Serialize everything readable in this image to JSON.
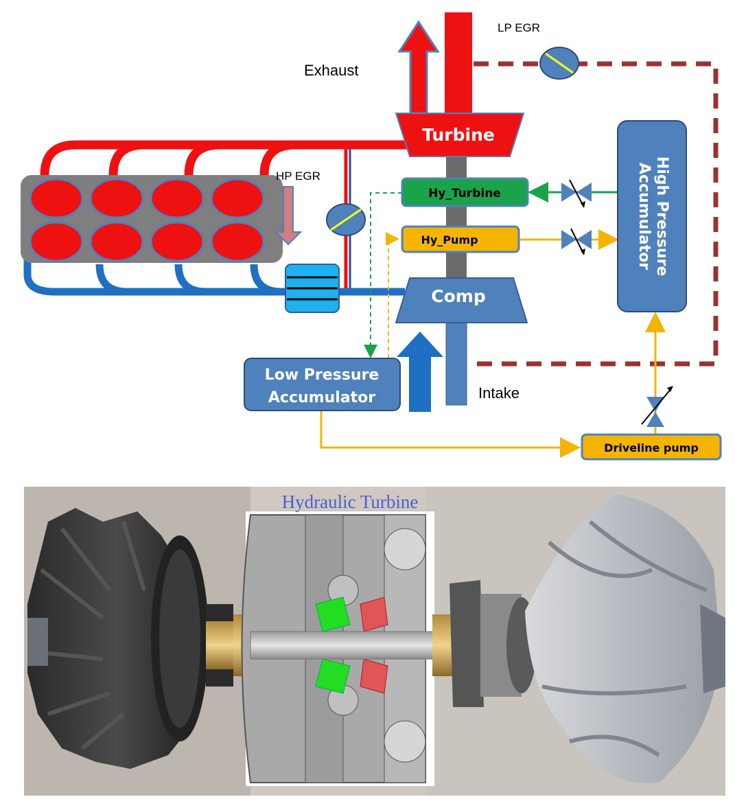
{
  "labels": {
    "lp_egr": "LP EGR",
    "exhaust": "Exhaust",
    "turbine": "Turbine",
    "hp_egr": "HP EGR",
    "hy_turbine": "Hy_Turbine",
    "hy_pump": "Hy_Pump",
    "comp": "Comp",
    "hp_acc_line1": "High Pressure",
    "hp_acc_line2": "Accumulator",
    "lp_acc_line1": "Low Pressure",
    "lp_acc_line2": "Accumulator",
    "intake": "Intake",
    "driveline_pump": "Driveline pump",
    "hydraulic_turbine": "Hydraulic Turbine"
  },
  "colors": {
    "exhaust_red": "#ee1111",
    "intake_blue": "#1f6fc4",
    "component_blue": "#4f81bd",
    "hy_turbine_green": "#1aa34a",
    "pump_yellow": "#f4b400",
    "egr_brown": "#993333",
    "shaft_gray": "#666666"
  }
}
